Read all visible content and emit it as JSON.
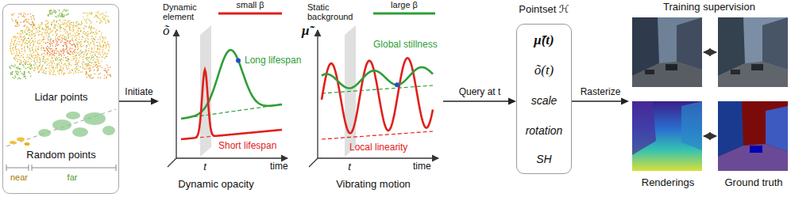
{
  "diagram": {
    "nodes": [
      {
        "text": [
          "Lidar points",
          "Random points",
          "near",
          "far"
        ]
      },
      {
        "text": [
          "Dynamic element",
          "small β",
          "õ",
          "Long lifespan",
          "Short lifespan",
          "t",
          "time",
          "Dynamic opacity"
        ]
      },
      {
        "text": [
          "Static background",
          "large β",
          "μ̃",
          "Global stillness",
          "Local linearity",
          "t",
          "time",
          "Vibrating motion"
        ]
      },
      {
        "text": [
          "Pointset ℋ",
          "μ̃(t)",
          "õ(t)",
          "scale",
          "rotation",
          "SH"
        ]
      },
      {
        "text": [
          "Training supervision",
          "Renderings",
          "Ground truth"
        ]
      }
    ],
    "edges": [
      {
        "from": 0,
        "to": 1,
        "arrow": "to",
        "label": "Initiate"
      },
      {
        "from": 2,
        "to": 3,
        "arrow": "to",
        "label": "Query at t"
      },
      {
        "from": 3,
        "to": 4,
        "arrow": "to",
        "label": "Rasterize"
      }
    ]
  }
}
